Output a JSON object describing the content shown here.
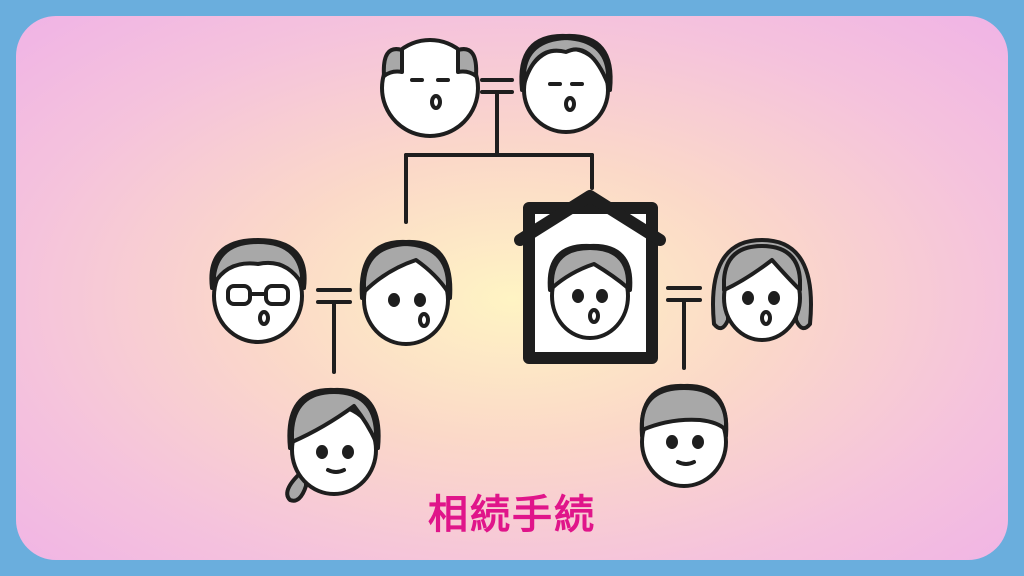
{
  "title": "相続手続",
  "colors": {
    "frame": "#6aaedd",
    "title": "#e0158a",
    "hair": "#a8a8a8",
    "skin": "#ffffff",
    "line": "#1e1e1e"
  },
  "people": [
    {
      "id": "grandfather",
      "icon": "elderly-man-face-icon"
    },
    {
      "id": "grandmother",
      "icon": "grandmother-face-icon"
    },
    {
      "id": "son-in-law",
      "icon": "man-with-glasses-face-icon"
    },
    {
      "id": "daughter",
      "icon": "woman-face-icon"
    },
    {
      "id": "deceased-son",
      "icon": "memorial-portrait-man-face-icon"
    },
    {
      "id": "daughter-in-law",
      "icon": "woman-face-icon"
    },
    {
      "id": "granddaughter",
      "icon": "girl-face-icon"
    },
    {
      "id": "grandson",
      "icon": "boy-face-icon"
    }
  ]
}
